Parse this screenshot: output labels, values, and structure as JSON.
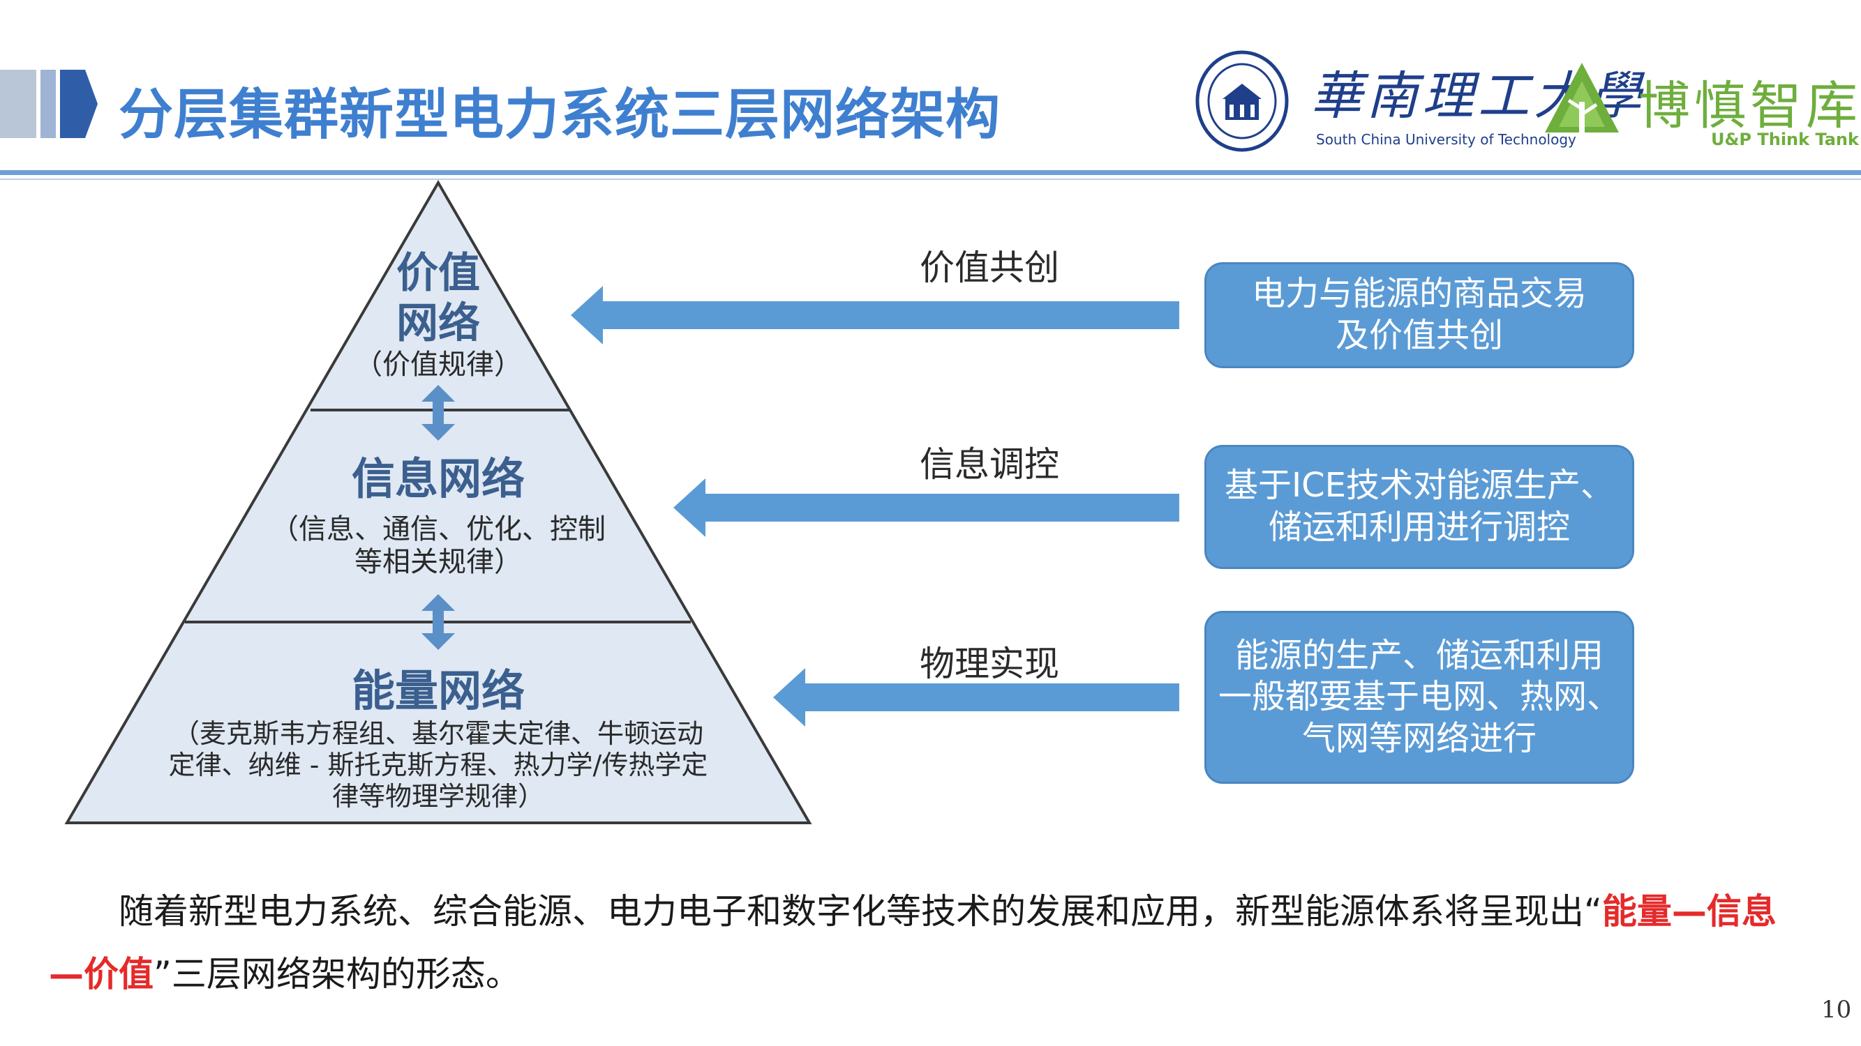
{
  "header": {
    "title": "分层集群新型电力系统三层网络架构",
    "accent_colors": [
      "#b9c6d8",
      "#9fb4d4",
      "#2f5da8"
    ],
    "university_name": "華南理工大學",
    "university_sub": "South China University of Technology",
    "think_tank_name": "博慎智库",
    "think_tank_sub": "U&P Think Tank",
    "seal_icon": "university-seal-icon",
    "tank_logo_icon": "green-tree-logo-icon"
  },
  "pyramid": {
    "fill_color": "#dfe8f3",
    "stroke_color": "#3a3a3a",
    "layers": [
      {
        "title_line1": "价值",
        "title_line2": "网络",
        "note": "（价值规律）"
      },
      {
        "title": "信息网络",
        "note_line1": "（信息、通信、优化、控制",
        "note_line2": "等相关规律）"
      },
      {
        "title": "能量网络",
        "note_line1": "（麦克斯韦方程组、基尔霍夫定律、牛顿运动",
        "note_line2": "定律、纳维 - 斯托克斯方程、热力学/传热学定",
        "note_line3": "律等物理学规律）"
      }
    ],
    "connector_icon": "double-arrow-vertical-icon"
  },
  "arrows": [
    {
      "label": "价值共创"
    },
    {
      "label": "信息调控"
    },
    {
      "label": "物理实现"
    }
  ],
  "arrow_color": "#5b9bd5",
  "boxes": [
    {
      "line1": "电力与能源的商品交易",
      "line2": "及价值共创"
    },
    {
      "line1": "基于ICE技术对能源生产、",
      "line2": "储运和利用进行调控"
    },
    {
      "line1": "能源的生产、储运和利用",
      "line2": "一般都要基于电网、热网、",
      "line3": "气网等网络进行"
    }
  ],
  "paragraph": {
    "text_before": "随着新型电力系统、综合能源、电力电子和数字化等技术的发展和应用，新型能源体系将呈现出“",
    "highlight": "能量—信息—价值",
    "text_after": "”三层网络架构的形态。",
    "highlight_color": "#e52a2a"
  },
  "page_number": "10"
}
